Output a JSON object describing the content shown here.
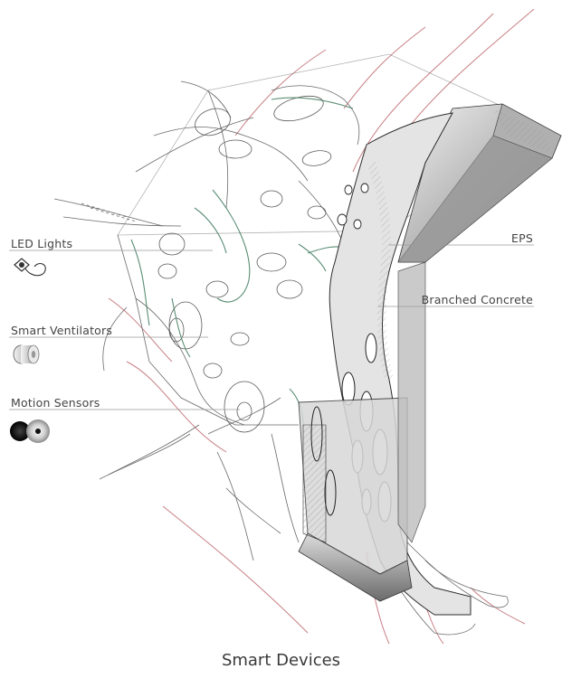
{
  "labels": {
    "led_lights": "LED Lights",
    "smart_ventilators": "Smart Ventilators",
    "motion_sensors": "Motion Sensors",
    "eps": "EPS",
    "branched_concrete": "Branched Concrete"
  },
  "caption": "Smart Devices",
  "colors": {
    "sketch_line": "#6a6a6a",
    "red_line": "#b5545c",
    "green_line": "#3f7a5e",
    "label_text": "#444444",
    "leader_line": "#9a9a9a"
  },
  "icons": {
    "led_lights": "led-light-icon",
    "smart_ventilators": "ventilator-fan-icon",
    "motion_sensors": "motion-sensor-icon"
  }
}
